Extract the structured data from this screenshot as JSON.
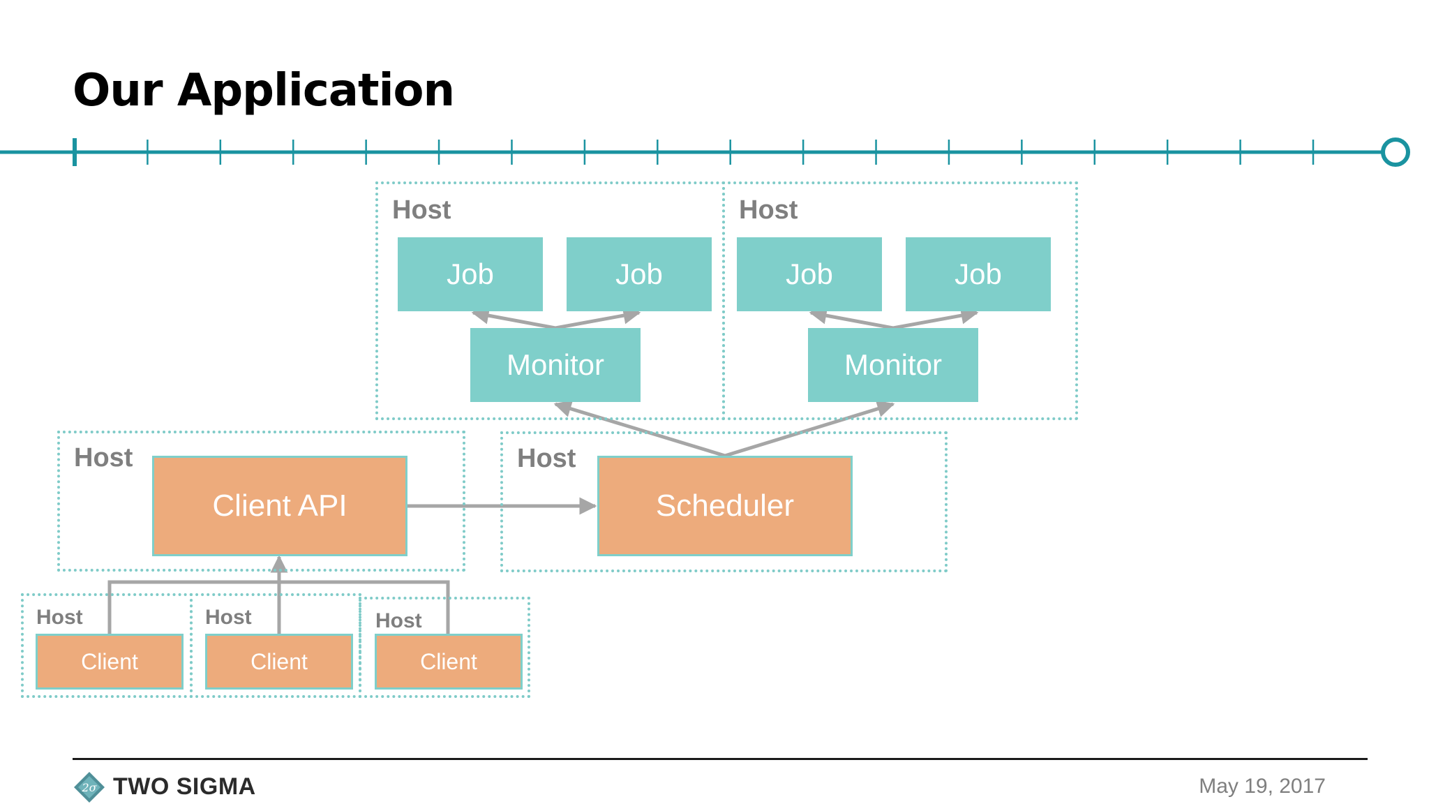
{
  "slide": {
    "title": "Our Application",
    "date": "May 19, 2017",
    "brand": "TWO SIGMA",
    "logo_glyph": "2σ"
  },
  "colors": {
    "accent": "#1a93a0",
    "node_teal": "#7fcfca",
    "node_orange": "#edab7c",
    "host_border": "#7fcbc8",
    "host_label": "#7f7f7f",
    "edge": "#a6a6a6"
  },
  "timeline": {
    "ticks": 18,
    "end_marker": "circle"
  },
  "diagram": {
    "hosts": [
      {
        "id": "host-jobs-1",
        "label": "Host"
      },
      {
        "id": "host-jobs-2",
        "label": "Host"
      },
      {
        "id": "host-client-api",
        "label": "Host"
      },
      {
        "id": "host-scheduler",
        "label": "Host"
      },
      {
        "id": "host-client-1",
        "label": "Host"
      },
      {
        "id": "host-client-2",
        "label": "Host"
      },
      {
        "id": "host-client-3",
        "label": "Host"
      }
    ],
    "nodes": [
      {
        "id": "job-1",
        "label": "Job",
        "kind": "teal"
      },
      {
        "id": "job-2",
        "label": "Job",
        "kind": "teal"
      },
      {
        "id": "job-3",
        "label": "Job",
        "kind": "teal"
      },
      {
        "id": "job-4",
        "label": "Job",
        "kind": "teal"
      },
      {
        "id": "monitor-1",
        "label": "Monitor",
        "kind": "teal"
      },
      {
        "id": "monitor-2",
        "label": "Monitor",
        "kind": "teal"
      },
      {
        "id": "client-api",
        "label": "Client API",
        "kind": "orange"
      },
      {
        "id": "scheduler",
        "label": "Scheduler",
        "kind": "orange"
      },
      {
        "id": "client-1",
        "label": "Client",
        "kind": "orange"
      },
      {
        "id": "client-2",
        "label": "Client",
        "kind": "orange"
      },
      {
        "id": "client-3",
        "label": "Client",
        "kind": "orange"
      }
    ],
    "edges": [
      {
        "from": "monitor-1",
        "to": "job-1"
      },
      {
        "from": "monitor-1",
        "to": "job-2"
      },
      {
        "from": "monitor-2",
        "to": "job-3"
      },
      {
        "from": "monitor-2",
        "to": "job-4"
      },
      {
        "from": "scheduler",
        "to": "monitor-1"
      },
      {
        "from": "scheduler",
        "to": "monitor-2"
      },
      {
        "from": "client-api",
        "to": "scheduler"
      },
      {
        "from": "client-1",
        "to": "client-api"
      },
      {
        "from": "client-2",
        "to": "client-api"
      },
      {
        "from": "client-3",
        "to": "client-api"
      }
    ]
  }
}
